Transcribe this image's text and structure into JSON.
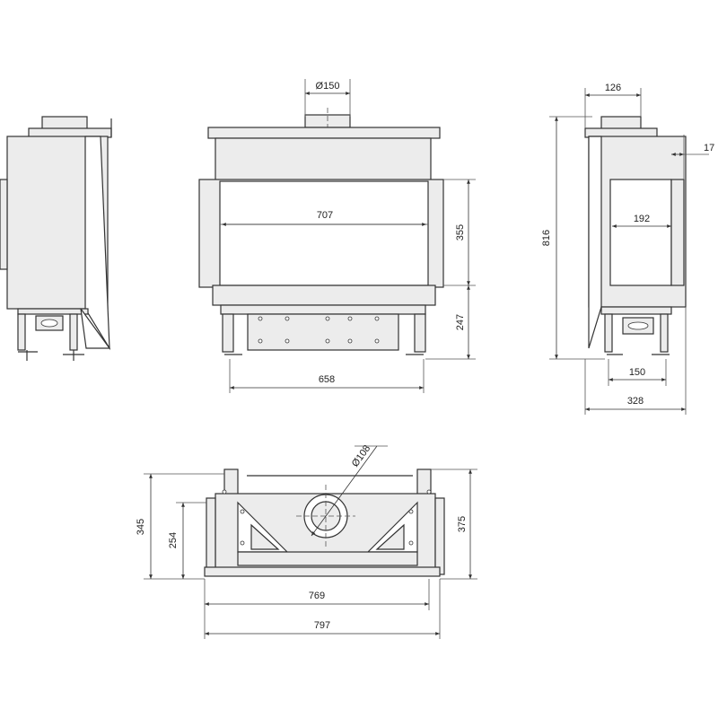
{
  "dimensions": {
    "flue_diameter_top": "Ø150",
    "side_flue_width": "126",
    "side_offset": "17",
    "overall_height": "816",
    "side_glass_width": "192",
    "side_feet_span": "150",
    "side_depth": "328",
    "front_glass_width": "707",
    "front_glass_height": "355",
    "front_base_height": "247",
    "front_feet_span": "658",
    "bottom_flue_diameter": "Ø108",
    "bottom_height_outer": "345",
    "bottom_height_inner": "254",
    "bottom_height_right": "375",
    "bottom_width_inner": "769",
    "bottom_width_outer": "797"
  },
  "colors": {
    "line": "#333333",
    "body_fill": "#ececec",
    "background": "#ffffff"
  }
}
